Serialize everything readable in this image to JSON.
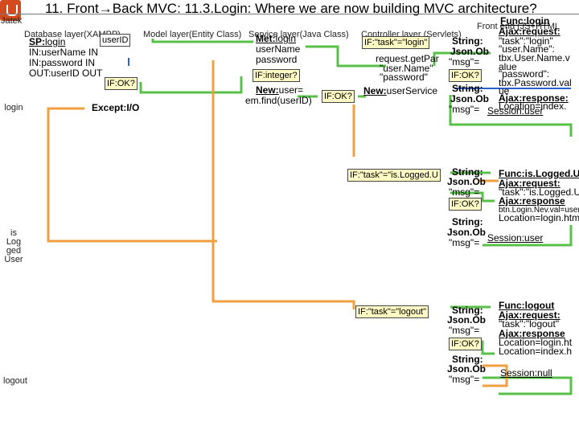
{
  "title": "11. Front→Back MVC: 11.3.Login: Where we are now building MVC architecture?",
  "headers": {
    "actor": "Jatek",
    "database": "Database layer(XAMPP)",
    "model": "Model layer(Entity Class)",
    "service": "Service layer(Java Class)",
    "controller": "Controller layer (Servlets)",
    "front": "Front end (JS+HTML"
  },
  "rows": {
    "login": "login",
    "isloggeduser": "is Log ged User",
    "logout": "logout"
  },
  "db": {
    "sp_label": "SP:",
    "sp_name": "login",
    "in1": "IN:userName IN",
    "in2": "IN:password IN",
    "out": "OUT:userID OUT",
    "userid_box": "userID",
    "if_ok": "IF:OK?",
    "exception": "Except:I/O"
  },
  "model": {
    "met_label": "Met:",
    "met_name": "login",
    "param1": "userName",
    "param2": "password",
    "if_integer": "IF:integer?",
    "new_label": "New:",
    "new_user": "user=",
    "em_find": "em.find(userID)",
    "if_ok": "IF:OK?"
  },
  "service": {
    "new_label": "New:",
    "new_service": "userService",
    "request_get": "request.getPar",
    "p1": "\"user.Name\"",
    "p2": "\"password\""
  },
  "controller": {
    "if_login": "IF:\"task\"=\"login\"",
    "if_islogged": "IF:\"task\"=\"is.Logged.U",
    "if_logout": "IF:\"task\"=\"logout\"",
    "string": "String:",
    "json": "Json.Ob",
    "msg": "\"msg\"=",
    "if_ok": "IF:OK?",
    "session_user": "Session:user",
    "session_null": "Session:null"
  },
  "front": {
    "func_login": "Func:login",
    "ajax_request": "Ajax:request:",
    "task_login": "\"task\":\"login\"",
    "user_name": "\"user.Name\":",
    "tbx_user": "tbx.User.Name.v",
    "alue": "alue",
    "password": "\"password\":",
    "tbx_password": "tbx.Password.val",
    "ue": "ue",
    "ajax_response": "Ajax:response:",
    "location_index": "Location=index.",
    "func_islogged": "Func:is.Logged.Use",
    "task_islogged": "\"task\":\"is.Logged.U",
    "ajax_response2": "Ajax:response",
    "btn_login": "btn.Login.Nev.val=user.N",
    "location_login": "Location=login.html",
    "func_logout": "Func:logout",
    "task_logout": "\"task\":\"logout\"",
    "location_login2": "Location=login.ht",
    "location_index2": "Location=index.h"
  },
  "colors": {
    "orange": "#f0a040",
    "green": "#58c048",
    "blue": "#2a60d0"
  }
}
